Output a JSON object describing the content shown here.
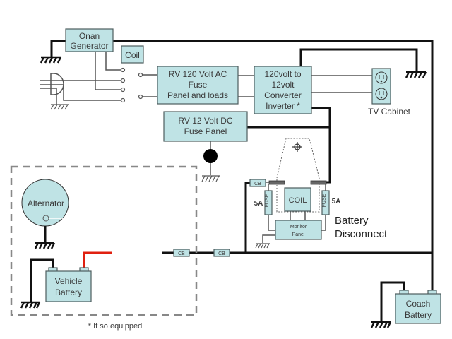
{
  "diagram": {
    "title": "RV Electrical Wiring Diagram",
    "components": {
      "generator": {
        "line1": "Onan",
        "line2": "Generator"
      },
      "coil_small": {
        "label": "Coil"
      },
      "ac_panel": {
        "line1": "RV 120 Volt AC",
        "line2": "Fuse",
        "line3": "Panel and loads"
      },
      "converter": {
        "line1": "120volt to",
        "line2": "12volt",
        "line3": "Converter",
        "line4": "Inverter *"
      },
      "dc_panel": {
        "line1": "RV 12 Volt DC",
        "line2": "Fuse Panel"
      },
      "outlet": {
        "label": "TV Cabinet"
      },
      "battery_disconnect": {
        "line1": "Battery",
        "line2": "Disconnect",
        "coil": "COIL",
        "fuse_left": "FUSE",
        "fuse_right": "FUSE",
        "fuse_left_rating": "5A",
        "fuse_right_rating": "5A",
        "cb": "CB",
        "monitor_line1": "Monitor",
        "monitor_line2": "Panel"
      },
      "alternator": {
        "label": "Alternator"
      },
      "vehicle_battery": {
        "line1": "Vehicle",
        "line2": "Battery"
      },
      "coach_battery": {
        "line1": "Coach",
        "line2": "Battery"
      },
      "cb_bus_1": {
        "label": "CB"
      },
      "cb_bus_2": {
        "label": "CB"
      }
    },
    "footnote": "* If so equipped",
    "colors": {
      "box_fill": "#bfe3e5",
      "wire": "#111111",
      "positive_wire": "#e02010",
      "vehicle_boundary": "#888888"
    }
  }
}
